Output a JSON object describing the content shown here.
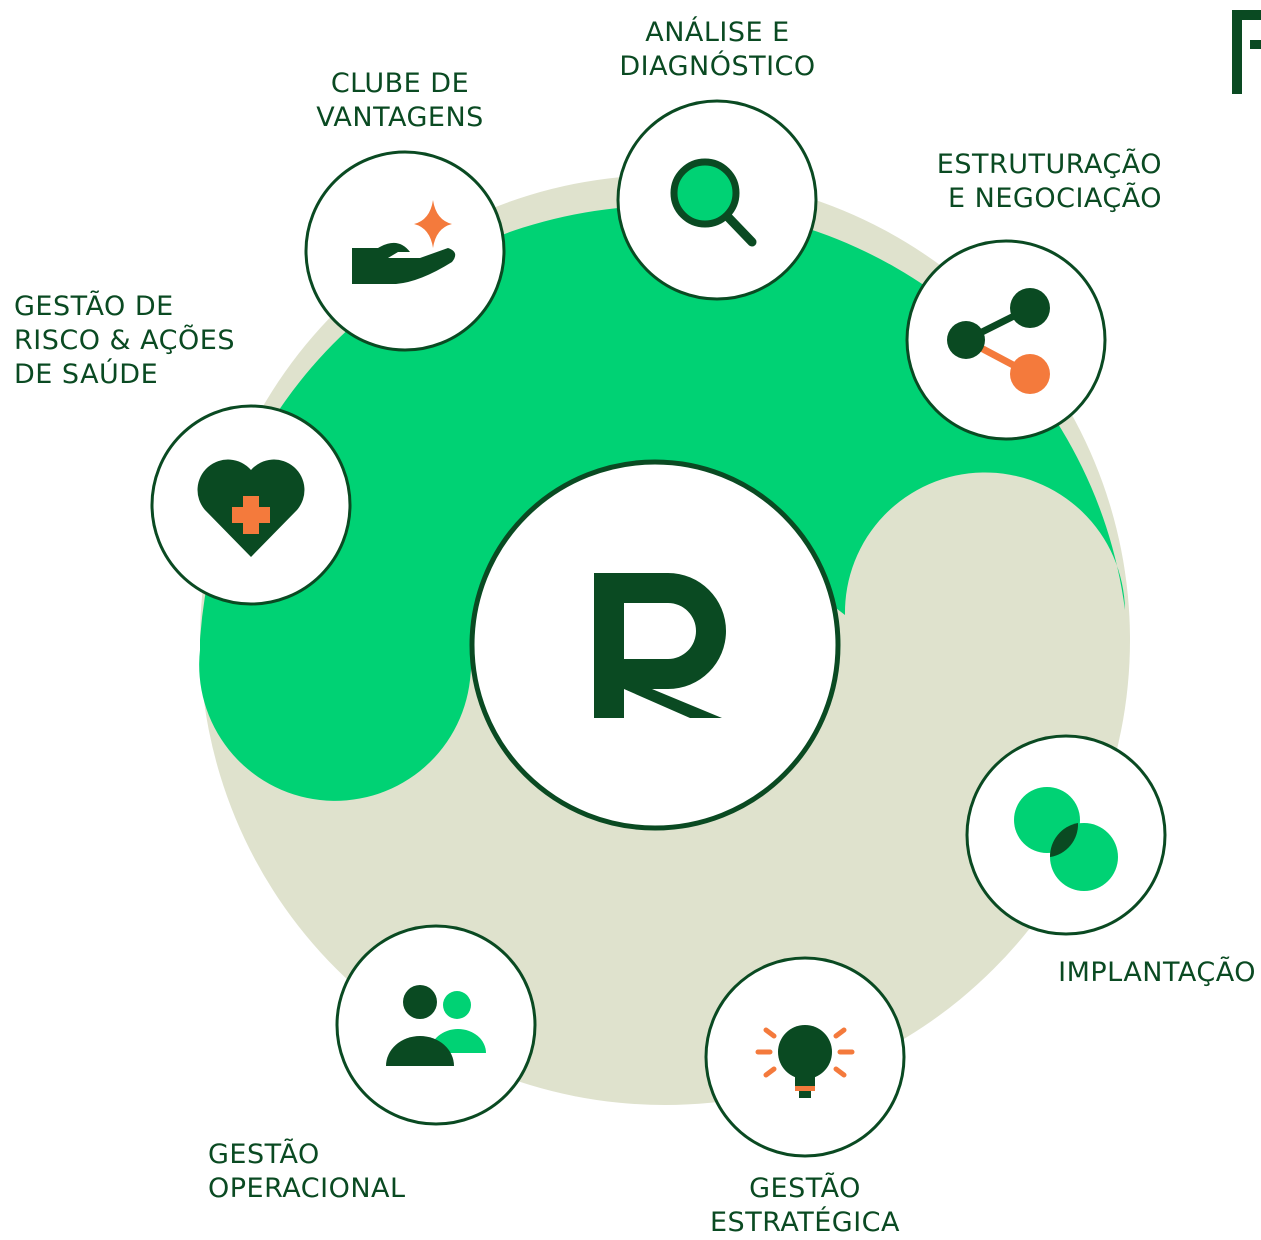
{
  "center_logo": {
    "letter": "R"
  },
  "colors": {
    "dark_green": "#0a4a22",
    "bright_green": "#00d274",
    "beige": "#dfe2cd",
    "orange": "#f47a3c",
    "white": "#ffffff"
  },
  "nodes": [
    {
      "id": "analise",
      "icon": "magnifier-icon",
      "lines": [
        "ANÁLISE E",
        "DIAGNÓSTICO"
      ]
    },
    {
      "id": "estruturacao",
      "icon": "share-nodes-icon",
      "lines": [
        "ESTRUTURAÇÃO",
        "E NEGOCIAÇÃO"
      ]
    },
    {
      "id": "implantacao",
      "icon": "overlapping-circles-icon",
      "lines": [
        "IMPLANTAÇÃO"
      ]
    },
    {
      "id": "gestao-estrategica",
      "icon": "lightbulb-icon",
      "lines": [
        "GESTÃO",
        "ESTRATÉGICA"
      ]
    },
    {
      "id": "gestao-operacional",
      "icon": "people-icon",
      "lines": [
        "GESTÃO",
        "OPERACIONAL"
      ]
    },
    {
      "id": "gestao-risco",
      "icon": "heart-plus-icon",
      "lines": [
        "GESTÃO DE",
        "RISCO & AÇÕES",
        "DE SAÚDE"
      ]
    },
    {
      "id": "clube",
      "icon": "hand-sparkle-icon",
      "lines": [
        "CLUBE DE",
        "VANTAGENS"
      ]
    }
  ]
}
